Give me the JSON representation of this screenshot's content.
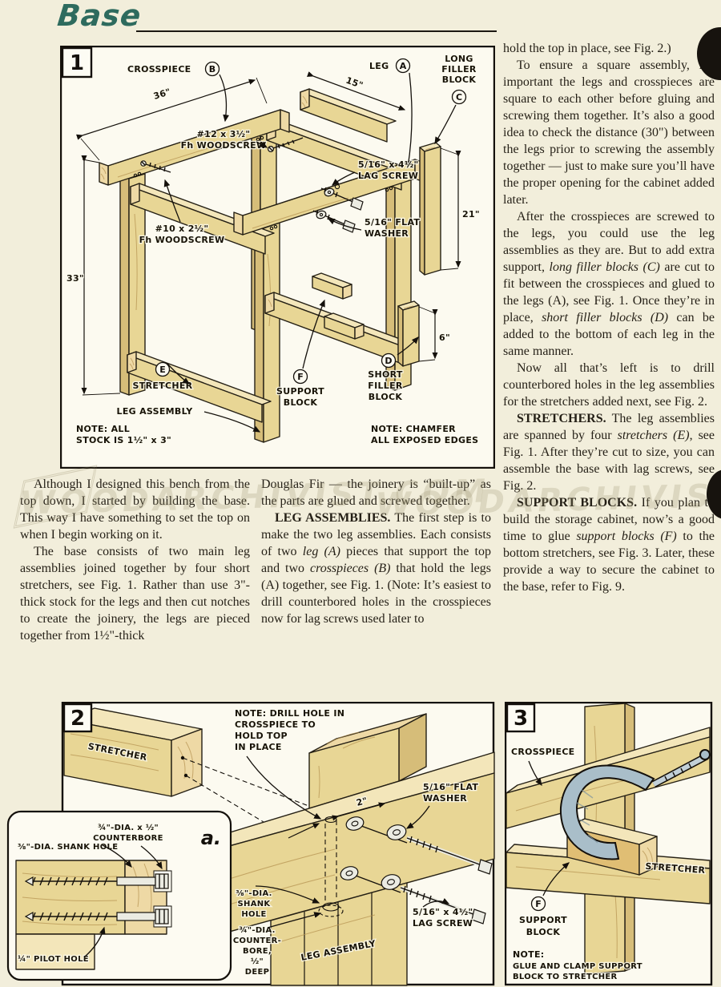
{
  "page": {
    "title": "Base",
    "watermark": "WOODARCHIVIST.COM"
  },
  "article": {
    "col_left": [
      [
        {
          "s": "n",
          "t": "Although I designed this bench from the top down, I started by building the base. This way I have something to set the top on when I begin working on it."
        }
      ],
      [
        {
          "s": "n",
          "t": "The base consists of two main leg assemblies joined together by four short stretchers, see Fig. 1. Rather than use 3\"-thick stock for the legs and then cut notches to create the joinery, the legs are pieced together from 1½\"-thick"
        }
      ]
    ],
    "col_mid": [
      [
        {
          "s": "n",
          "t": "Douglas Fir — the joinery is “built-up” as the parts are glued and screwed together."
        }
      ],
      [
        {
          "s": "b",
          "t": "LEG ASSEMBLIES."
        },
        {
          "s": "n",
          "t": " The first step is to make the two leg assemblies. Each consists of two "
        },
        {
          "s": "i",
          "t": "leg (A)"
        },
        {
          "s": "n",
          "t": " pieces that support the top and two "
        },
        {
          "s": "i",
          "t": "crosspieces (B)"
        },
        {
          "s": "n",
          "t": " that hold the legs (A) together, see Fig. 1. (Note: It’s easiest to drill counterbored holes in the crosspieces now for lag screws used later to"
        }
      ]
    ],
    "col_right": [
      [
        {
          "s": "n",
          "t": "hold the top in place, see Fig. 2.)"
        }
      ],
      [
        {
          "s": "n",
          "t": "To ensure a square assembly, it’s important the legs and crosspieces are square to each other before gluing and screwing them together. It’s also a good idea to check the distance (30\") between the legs prior to screwing the assembly together — just to make sure you’ll have the proper opening for the cabinet added later."
        }
      ],
      [
        {
          "s": "n",
          "t": "After the crosspieces are screwed to the legs, you could use the leg assemblies as they are. But to add extra support, "
        },
        {
          "s": "i",
          "t": "long filler blocks (C)"
        },
        {
          "s": "n",
          "t": " are cut to fit between the crosspieces and glued to the legs (A), see Fig. 1. Once they’re in place, "
        },
        {
          "s": "i",
          "t": "short filler blocks (D)"
        },
        {
          "s": "n",
          "t": " can be added to the bottom of each leg in the same manner."
        }
      ],
      [
        {
          "s": "n",
          "t": "Now all that’s left is to drill counterbored holes in the leg assemblies for the stretchers added next, see Fig. 2."
        }
      ],
      [
        {
          "s": "b",
          "t": "STRETCHERS."
        },
        {
          "s": "n",
          "t": " The leg assemblies are spanned by four "
        },
        {
          "s": "i",
          "t": "stretchers (E)"
        },
        {
          "s": "n",
          "t": ", see Fig. 1. After they’re cut to size, you can assemble the base with lag screws, see Fig. 2."
        }
      ],
      [
        {
          "s": "b",
          "t": "SUPPORT BLOCKS."
        },
        {
          "s": "n",
          "t": " If you plan to build the storage cabinet, now’s a good time to glue "
        },
        {
          "s": "i",
          "t": "support blocks (F)"
        },
        {
          "s": "n",
          "t": " to the bottom stretchers, see Fig. 3. Later, these provide a way to secure the cabinet to the base, refer to Fig. 9."
        }
      ]
    ]
  },
  "fig1": {
    "number": "1",
    "dims": {
      "length": "36\"",
      "width": "15\"",
      "height": "33\"",
      "long_filler": "21\"",
      "short_filler": "6\""
    },
    "labels": {
      "crosspiece": "CROSSPIECE",
      "crosspiece_letter": "B",
      "leg": "LEG",
      "leg_letter": "A",
      "long_filler": [
        "LONG",
        "FILLER",
        "BLOCK"
      ],
      "long_filler_letter": "C",
      "screw12": [
        "#12 x 3½\"",
        "Fh WOODSCREW"
      ],
      "screw10": [
        "#10 x 2½\"",
        "Fh WOODSCREW"
      ],
      "lag_screw": [
        "5/16\" x 4½\"",
        "LAG SCREW"
      ],
      "flat_washer": [
        "5/16\" FLAT",
        "WASHER"
      ],
      "stretcher": "STRETCHER",
      "stretcher_letter": "E",
      "leg_assembly": "LEG ASSEMBLY",
      "support_block": [
        "SUPPORT",
        "BLOCK"
      ],
      "support_block_letter": "F",
      "short_filler": [
        "SHORT",
        "FILLER",
        "BLOCK"
      ],
      "short_filler_letter": "D",
      "note_left": [
        "NOTE: ALL",
        "STOCK IS 1½\" x 3\""
      ],
      "note_right": [
        "NOTE: CHAMFER",
        "ALL EXPOSED EDGES"
      ]
    }
  },
  "fig2": {
    "number": "2",
    "labels": {
      "stretcher": "STRETCHER",
      "note": [
        "NOTE: DRILL HOLE IN",
        "CROSSPIECE TO",
        "HOLD TOP",
        "IN PLACE"
      ],
      "dim": "2\"",
      "flat_washer": [
        "5/16\" FLAT",
        "WASHER"
      ],
      "lag_screw": [
        "5/16\" x 4½\"",
        "LAG SCREW"
      ],
      "leg_assembly": "LEG ASSEMBLY",
      "inset_letter": "a.",
      "counterbore": [
        "¾\"-DIA. x ½\"",
        "COUNTERBORE"
      ],
      "shank_hole": "⅜\"-DIA. SHANK HOLE",
      "pilot_hole": "¼\" PILOT HOLE",
      "shank_hole_2": [
        "⅜\"-DIA.",
        "SHANK",
        "HOLE"
      ],
      "counterbore_2": [
        "¾\"-DIA.",
        "COUNTER-",
        "BORE,",
        "½\"",
        "DEEP"
      ]
    }
  },
  "fig3": {
    "number": "3",
    "labels": {
      "crosspiece": "CROSSPIECE",
      "stretcher": "STRETCHER",
      "support_letter": "F",
      "support_block": [
        "SUPPORT",
        "BLOCK"
      ],
      "note": [
        "NOTE:",
        "GLUE AND CLAMP SUPPORT",
        "BLOCK TO STRETCHER"
      ]
    }
  }
}
